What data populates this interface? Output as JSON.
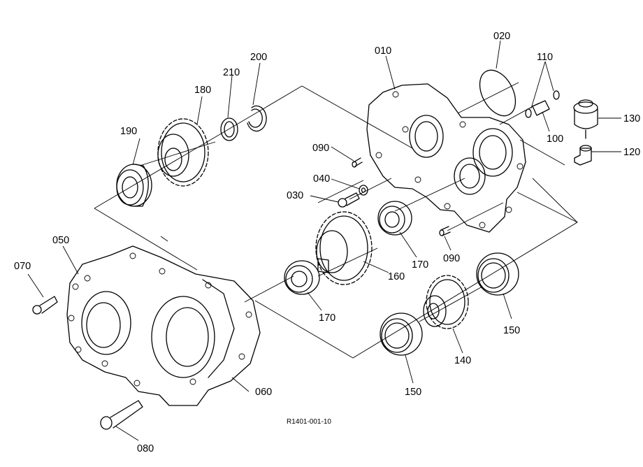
{
  "diagram": {
    "drawing_code": "R1401-001-10",
    "callouts": {
      "p010": "010",
      "p020": "020",
      "p030": "030",
      "p040": "040",
      "p050": "050",
      "p060": "060",
      "p070": "070",
      "p080": "080",
      "p090_top": "090",
      "p090_right": "090",
      "p100": "100",
      "p110": "110",
      "p120": "120",
      "p130": "130",
      "p140": "140",
      "p150_right": "150",
      "p150_bottom": "150",
      "p160": "160",
      "p170_mid": "170",
      "p170_low": "170",
      "p180": "180",
      "p190": "190",
      "p200": "200",
      "p210": "210"
    }
  }
}
